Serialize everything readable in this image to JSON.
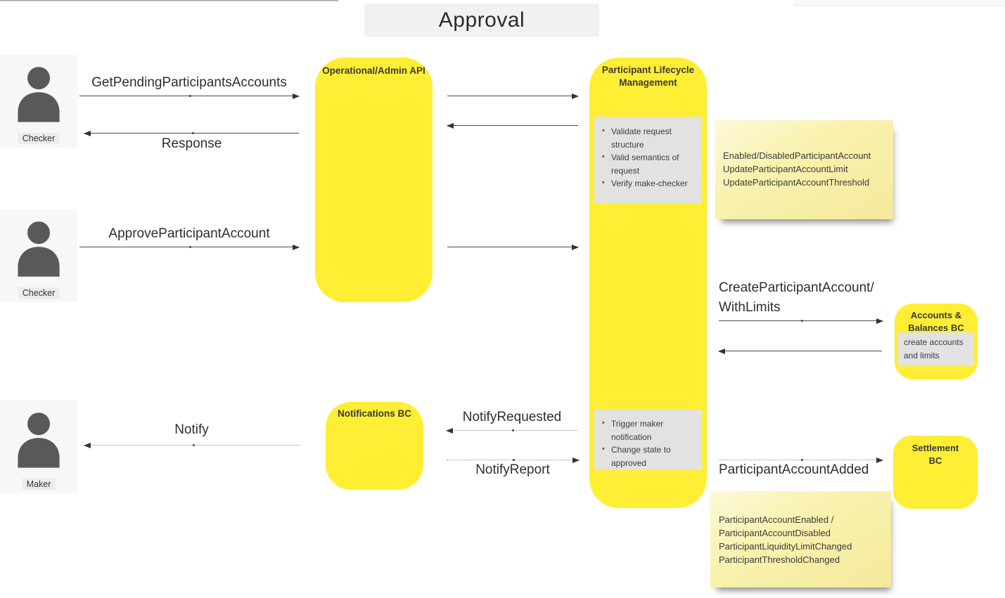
{
  "title": "Approval",
  "actors": [
    {
      "label": "Checker"
    },
    {
      "label": "Checker"
    },
    {
      "label": "Maker"
    }
  ],
  "components": {
    "admin_api": {
      "title": "Operational/Admin API"
    },
    "plm": {
      "title": "Participant Lifecycle Management",
      "tasks_top": [
        "Validate request structure",
        "Valid semantics of request",
        "Verify make-checker"
      ],
      "tasks_bottom": [
        "Trigger maker notification",
        "Change state to approved"
      ]
    },
    "notifications": {
      "title": "Notifications BC"
    },
    "accounts_balances": {
      "title": "Accounts & Balances BC",
      "task": "create accounts and limits"
    },
    "settlement": {
      "title": "Settlement BC"
    }
  },
  "messages": {
    "get_pending": "GetPendingParticipantsAccounts",
    "response": "Response",
    "approve": "ApproveParticipantAccount",
    "create_line1": "CreateParticipantAccount/",
    "create_line2": "WithLimits",
    "notify_requested": "NotifyRequested",
    "notify_report": "NotifyReport",
    "notify": "Notify",
    "account_added": "ParticipantAccountAdded"
  },
  "notes": {
    "events_update": [
      "Enabled/DisabledParticipantAccount",
      "UpdateParticipantAccountLimit",
      "UpdateParticipantAccountThreshold"
    ],
    "events_added": [
      "ParticipantAccountEnabled /",
      "ParticipantAccountDisabled",
      "ParticipantLiquidityLimitChanged",
      "ParticipantThresholdChanged"
    ]
  },
  "colors": {
    "component_yellow": "#FFEE33",
    "note_yellow": "#F8F1A9",
    "panel_gray": "#E2E2E2",
    "title_bg": "#F1F1F1",
    "actor_bg": "#F7F7F7",
    "actor_fill": "#595959",
    "text": "#2E2E2E"
  }
}
